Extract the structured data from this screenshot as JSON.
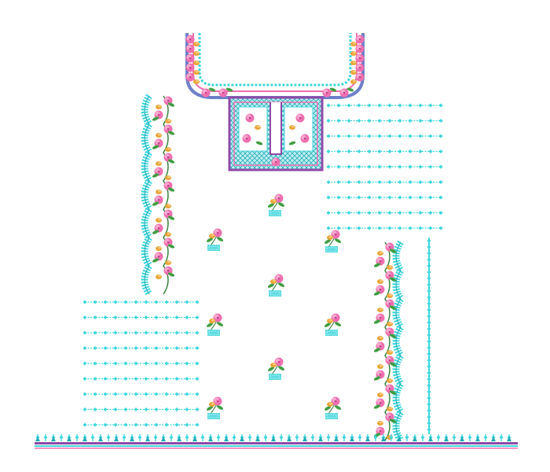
{
  "design": {
    "palette": {
      "background": "#ffffff",
      "teal": "#3fd6dc",
      "teal_dark": "#1fa9b3",
      "pink": "#ef6fb0",
      "pink_light": "#f7a8cf",
      "orange": "#e9a53a",
      "leaf": "#4aa84a",
      "leaf_dark": "#2e7d32",
      "purple": "#8e4aa8",
      "border_blue": "#6d7fc8"
    },
    "motifs": {
      "floral_sprig": "pink-rose-with-leaves",
      "vine": "floral-vine-with-teal-lattice",
      "stripe": "teal-dotted-line",
      "border": "teal-fringe-border"
    }
  }
}
